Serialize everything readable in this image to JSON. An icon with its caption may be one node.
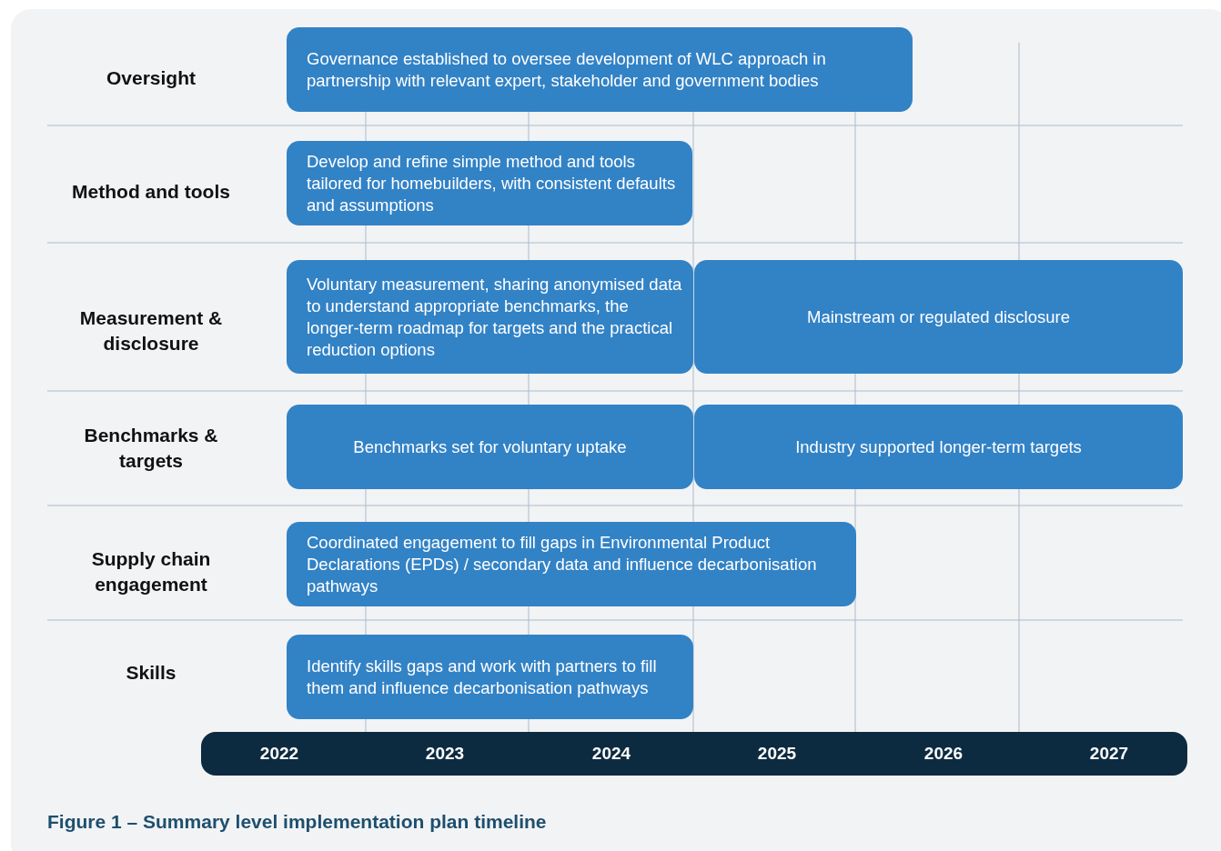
{
  "diagram": {
    "caption": "Figure 1 – Summary level implementation plan timeline",
    "nodes": [
      {
        "text": [
          "Governance established to oversee development of WLC approach in partnership with relevant expert, stakeholder and government bodies"
        ]
      },
      {
        "text": [
          "Develop and refine simple method and tools tailored for homebuilders, with consistent defaults and assumptions"
        ]
      },
      {
        "text": [
          "Voluntary measurement, sharing anonymised data to understand appropriate benchmarks, the longer-term roadmap for targets and the practical reduction options"
        ]
      },
      {
        "text": [
          "Mainstream or regulated disclosure"
        ]
      },
      {
        "text": [
          "Benchmarks set for voluntary uptake"
        ]
      },
      {
        "text": [
          "Industry supported longer-term targets"
        ]
      },
      {
        "text": [
          "Coordinated engagement to fill gaps in Environmental Product Declarations (EPDs) / secondary data and influence decarbonisation pathways"
        ]
      },
      {
        "text": [
          "Identify skills gaps and work with partners to fill them and influence decarbonisation pathways"
        ]
      }
    ],
    "labels": [
      "Oversight",
      "Method and tools",
      "Measurement & disclosure",
      "Benchmarks & targets",
      "Supply chain engagement",
      "Skills",
      "2022",
      "2023",
      "2024",
      "2025",
      "2026",
      "2027"
    ]
  }
}
